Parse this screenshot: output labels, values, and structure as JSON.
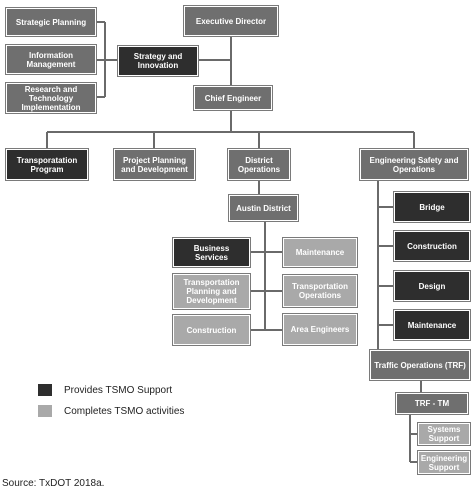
{
  "colors": {
    "mid": "#6f6f6f",
    "dark": "#2e2e2e",
    "light": "#a9a9a9",
    "line": "#6a6a6a"
  },
  "nodes": {
    "executive_director": "Executive Director",
    "strategic_planning": "Strategic Planning",
    "information_management": "Information Management",
    "research_technology": "Research and Technology Implementation",
    "strategy_innovation": "Strategy and Innovation",
    "chief_engineer": "Chief Engineer",
    "transportation_program": "Transporatation Program",
    "project_planning": "Project Planning and Development",
    "district_operations": "District Operations",
    "engineering_safety": "Engineering Safety and Operations",
    "austin_district": "Austin District",
    "business_services": "Business Services",
    "maintenance_austin": "Maintenance",
    "transportation_planning": "Transportation Planning and Development",
    "transportation_operations": "Transportation Operations",
    "construction_austin": "Construction",
    "area_engineers": "Area Engineers",
    "bridge": "Bridge",
    "construction_eso": "Construction",
    "design": "Design",
    "maintenance_eso": "Maintenance",
    "traffic_operations": "Traffic Operations (TRF)",
    "trf_tm": "TRF - TM",
    "systems_support": "Systems Support",
    "engineering_support": "Engineering Support"
  },
  "legend": {
    "provides": "Provides TSMO Support",
    "completes": "Completes TSMO activities"
  },
  "source": "Source: TxDOT 2018a."
}
